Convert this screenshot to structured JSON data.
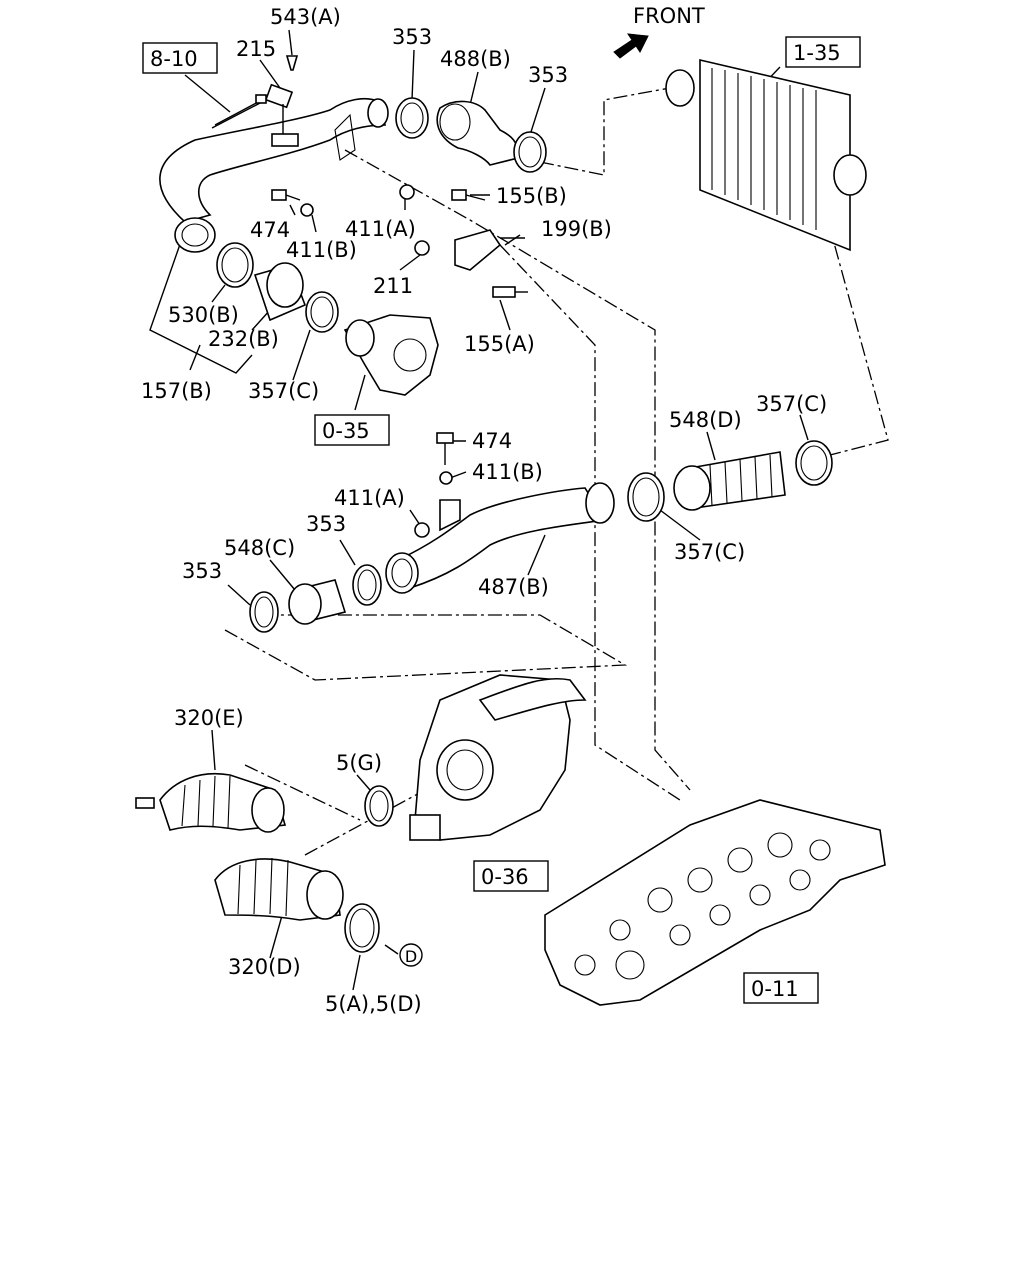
{
  "header": {
    "direction_label": "FRONT"
  },
  "reference_boxes": [
    {
      "id": "ref-8-10",
      "label": "8-10"
    },
    {
      "id": "ref-1-35",
      "label": "1-35"
    },
    {
      "id": "ref-0-35",
      "label": "0-35"
    },
    {
      "id": "ref-0-36",
      "label": "0-36"
    },
    {
      "id": "ref-0-11",
      "label": "0-11"
    }
  ],
  "callouts": [
    {
      "id": "c543a",
      "label": "543(A)"
    },
    {
      "id": "c215",
      "label": "215"
    },
    {
      "id": "c353a",
      "label": "353"
    },
    {
      "id": "c488b",
      "label": "488(B)"
    },
    {
      "id": "c353b",
      "label": "353"
    },
    {
      "id": "c155b",
      "label": "155(B)"
    },
    {
      "id": "c474a",
      "label": "474"
    },
    {
      "id": "c411a1",
      "label": "411(A)"
    },
    {
      "id": "c199b",
      "label": "199(B)"
    },
    {
      "id": "c411b1",
      "label": "411(B)"
    },
    {
      "id": "c211",
      "label": "211"
    },
    {
      "id": "c530b",
      "label": "530(B)"
    },
    {
      "id": "c232b",
      "label": "232(B)"
    },
    {
      "id": "c155a",
      "label": "155(A)"
    },
    {
      "id": "c157b",
      "label": "157(B)"
    },
    {
      "id": "c357c1",
      "label": "357(C)"
    },
    {
      "id": "c474b",
      "label": "474"
    },
    {
      "id": "c548d",
      "label": "548(D)"
    },
    {
      "id": "c357c2",
      "label": "357(C)"
    },
    {
      "id": "c411b2",
      "label": "411(B)"
    },
    {
      "id": "c411a2",
      "label": "411(A)"
    },
    {
      "id": "c548c",
      "label": "548(C)"
    },
    {
      "id": "c353c",
      "label": "353"
    },
    {
      "id": "c353d",
      "label": "353"
    },
    {
      "id": "c357c3",
      "label": "357(C)"
    },
    {
      "id": "c487b",
      "label": "487(B)"
    },
    {
      "id": "c320e",
      "label": "320(E)"
    },
    {
      "id": "c5g",
      "label": "5(G)"
    },
    {
      "id": "c320d",
      "label": "320(D)"
    },
    {
      "id": "c5ad",
      "label": "5(A),5(D)"
    }
  ],
  "circle_marker": {
    "label": "D"
  }
}
